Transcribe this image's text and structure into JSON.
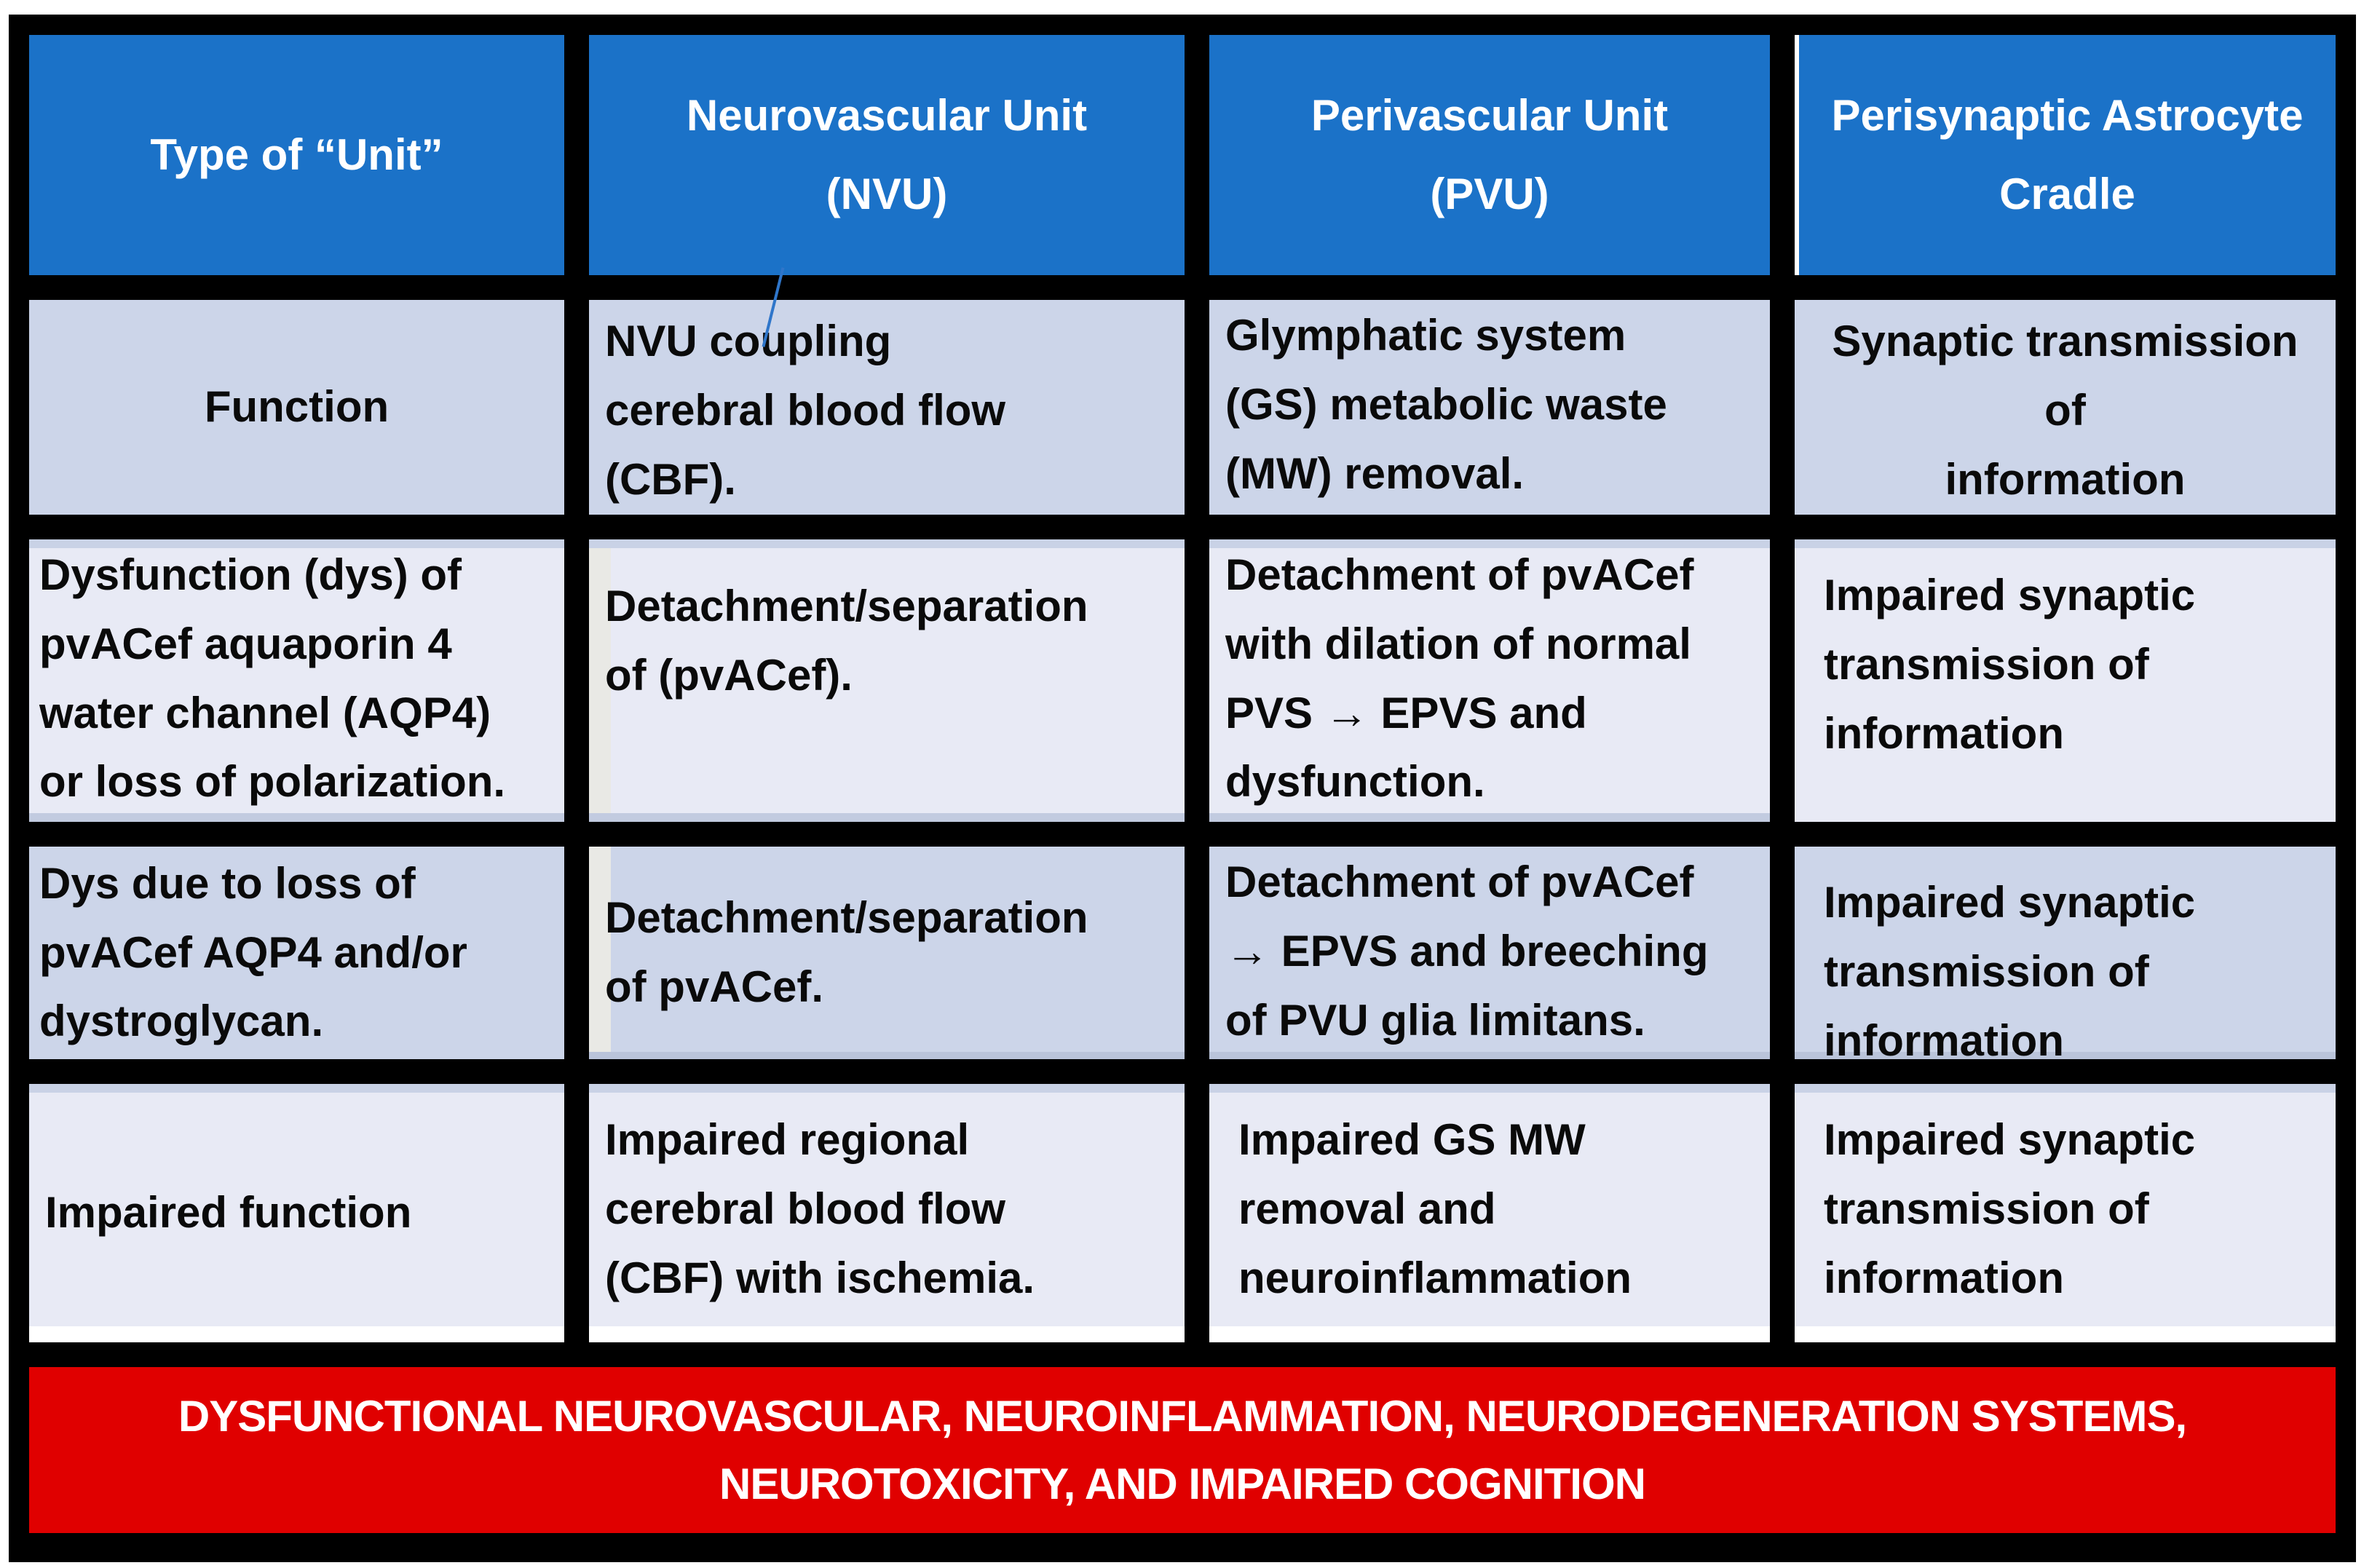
{
  "table": {
    "header": {
      "c1": "Type of “Unit”",
      "c2": "Neurovascular Unit\n(NVU)",
      "c3": "Perivascular Unit\n(PVU)",
      "c4": "Perisynaptic Astrocyte\nCradle"
    },
    "rows": [
      {
        "c1": "Function",
        "c2": "NVU coupling\ncerebral blood flow\n(CBF).",
        "c3": "Glymphatic system\n(GS) metabolic waste\n(MW) removal.",
        "c4": "Synaptic transmission\nof\ninformation"
      },
      {
        "c1": "Dysfunction (dys) of\npvACef aquaporin 4\nwater channel (AQP4)\nor loss of polarization.",
        "c2": "Detachment/separation\nof (pvACef).",
        "c3": "Detachment of pvACef\nwith dilation of normal\nPVS → EPVS and\ndysfunction.",
        "c4": "Impaired synaptic\ntransmission of\ninformation"
      },
      {
        "c1": "Dys due to loss of\npvACef AQP4 and/or\ndystroglycan.",
        "c2": "Detachment/separation\nof pvACef.",
        "c3": "Detachment of pvACef\n→ EPVS and breeching\nof PVU glia limitans.",
        "c4": "Impaired synaptic\ntransmission of\ninformation"
      },
      {
        "c1": "Impaired function",
        "c2": "Impaired regional\ncerebral blood flow\n(CBF) with ischemia.",
        "c3": "Impaired GS MW\nremoval and\nneuroinflammation",
        "c4": "Impaired synaptic\ntransmission of\ninformation"
      }
    ]
  },
  "banner": {
    "text": "DYSFUNCTIONAL  NEUROVASCULAR, NEUROINFLAMMATION, NEURODEGENERATION SYSTEMS,\nNEUROTOXICITY, AND IMPAIRED COGNITION"
  },
  "colors": {
    "header_blue": "#1B72C8",
    "row_medium": "#CCD5E9",
    "row_light": "#E8EAF5",
    "banner_red": "#E00000",
    "grid_black": "#000000",
    "header_text": "#FFFFFF",
    "body_text": "#0A0A0A"
  }
}
